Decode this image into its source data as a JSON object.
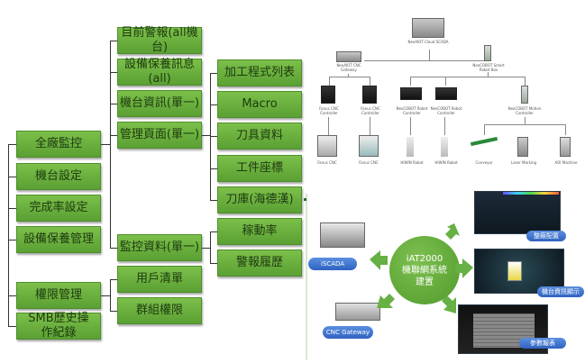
{
  "tree": {
    "level1": [
      {
        "label": "全廠監控"
      },
      {
        "label": "機台設定"
      },
      {
        "label": "完成率設定"
      },
      {
        "label": "設備保養管理"
      },
      {
        "label": "權限管理"
      },
      {
        "label": "SMB歷史操作紀錄"
      }
    ],
    "level2": [
      {
        "label": "目前警報(all機台)"
      },
      {
        "label": "設備保養訊息(all)"
      },
      {
        "label": "機台資訊(單一)"
      },
      {
        "label": "管理頁面(單一)"
      },
      {
        "label": "監控資料(單一)"
      },
      {
        "label": "用戶清單"
      },
      {
        "label": "群組權限"
      }
    ],
    "level3": [
      {
        "label": "加工程式列表"
      },
      {
        "label": "Macro"
      },
      {
        "label": "刀具資料"
      },
      {
        "label": "工件座標"
      },
      {
        "label": "刀庫(海德漢)"
      },
      {
        "label": "稼動率"
      },
      {
        "label": "警報履歷"
      }
    ]
  },
  "network": {
    "nodes": [
      {
        "label": "NexAIOT Cloud SCADA"
      },
      {
        "label": "NexAIOT CNC Gateway"
      },
      {
        "label": "NexCOBOT Smart Robot Box"
      },
      {
        "label": "Fanuc CNC Controller"
      },
      {
        "label": "Fanuc CNC Controller"
      },
      {
        "label": "NexCOBOT Robot Controller"
      },
      {
        "label": "NexCOBOT Robot Controller"
      },
      {
        "label": "NexCOBOT Motion Controller"
      },
      {
        "label": "Fanuc CNC"
      },
      {
        "label": "Fanuc CNC"
      },
      {
        "label": "HIWIN Robot"
      },
      {
        "label": "HIWIN Robot"
      },
      {
        "label": "Conveyor"
      },
      {
        "label": "Laser Marking"
      },
      {
        "label": "AOI Machine"
      }
    ]
  },
  "hub": {
    "title": "iAT2000",
    "line2": "機聯網系統",
    "line3": "建置",
    "left_labels": [
      "iSCADA",
      "CNC Gateway"
    ],
    "right_labels": [
      "整廠配置",
      "機台資訊顯示",
      "參數報表"
    ]
  }
}
